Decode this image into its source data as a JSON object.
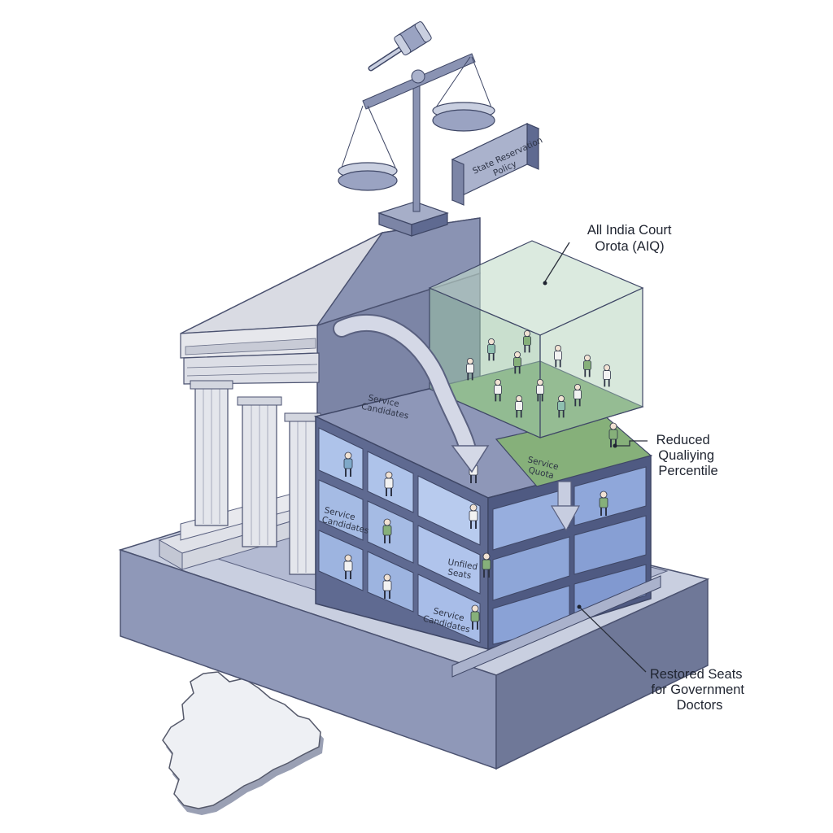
{
  "labels": {
    "aiq_line1": "All India Court",
    "aiq_line2": "Orota (AIQ)",
    "reduced_line1": "Reduced",
    "reduced_line2": "Qualiying",
    "reduced_line3": "Percentile",
    "restored_line1": "Restored Seats",
    "restored_line2": "for Government",
    "restored_line3": "Doctors",
    "sign_line1": "State Reservation",
    "sign_line2": "Policy",
    "service_top_1": "Service",
    "service_top_2": "Candidates",
    "service_mid_1": "Service",
    "service_mid_2": "Candidates",
    "service_bot_1": "Service",
    "service_bot_2": "Candidates",
    "quota_1": "Service",
    "quota_2": "Quota",
    "unfilled_1": "Unfiled",
    "unfilled_2": "Seats"
  },
  "colors": {
    "cube_green": "#9cc4a6",
    "plate_green": "#86b07a",
    "cell_blue": "#a9bfe6",
    "building_slate": "#8a93b3",
    "base_slate": "#9aa3c2",
    "marble": "#e8e9ee"
  }
}
